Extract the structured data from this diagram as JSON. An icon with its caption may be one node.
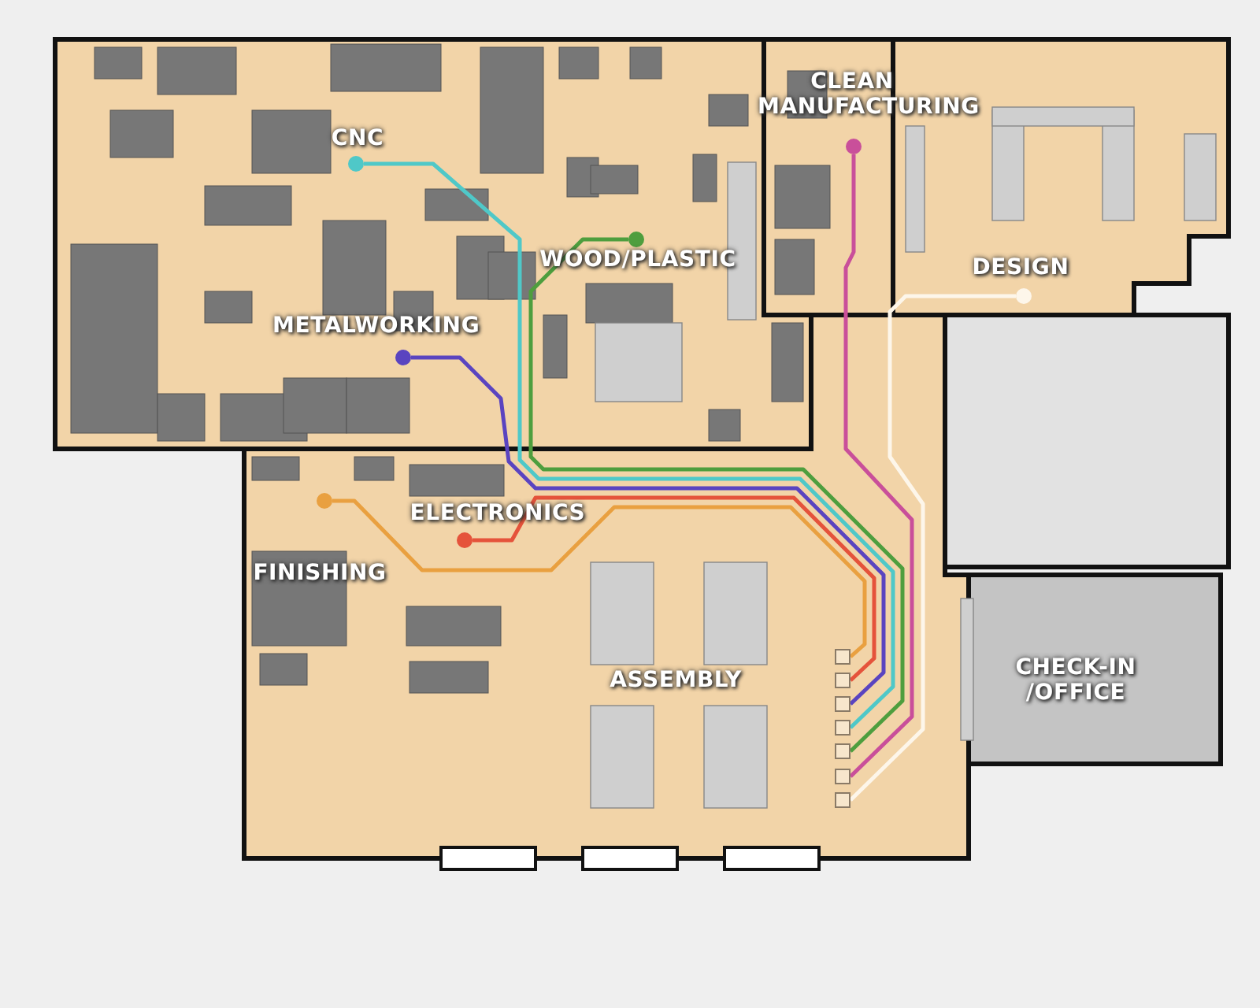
{
  "diagram": {
    "nodes": [
      {
        "text": [],
        "shape": "circle"
      },
      {
        "text": [],
        "shape": "circle"
      },
      {
        "text": [],
        "shape": "circle"
      },
      {
        "text": [],
        "shape": "circle"
      },
      {
        "text": [],
        "shape": "circle"
      },
      {
        "text": [],
        "shape": "circle"
      },
      {
        "text": [],
        "shape": "circle"
      },
      {
        "text": [],
        "shape": "box"
      },
      {
        "text": [],
        "shape": "box"
      },
      {
        "text": [],
        "shape": "box"
      },
      {
        "text": [],
        "shape": "box"
      },
      {
        "text": [],
        "shape": "box"
      },
      {
        "text": [],
        "shape": "box"
      },
      {
        "text": [],
        "shape": "box"
      }
    ],
    "edges": [
      {
        "from": 0,
        "to": 10,
        "arrow": "none",
        "color": "#4fc8c8"
      },
      {
        "from": 1,
        "to": 12,
        "arrow": "none",
        "color": "#c94f9a"
      },
      {
        "from": 2,
        "to": 11,
        "arrow": "none",
        "color": "#4e9e3e"
      },
      {
        "from": 3,
        "to": 13,
        "arrow": "none",
        "color": "#fdf6ea"
      },
      {
        "from": 4,
        "to": 9,
        "arrow": "none",
        "color": "#5a44c0"
      },
      {
        "from": 5,
        "to": 8,
        "arrow": "none",
        "color": "#e5533b"
      },
      {
        "from": 6,
        "to": 7,
        "arrow": "none",
        "color": "#e9a040"
      }
    ],
    "labels": [
      "CNC",
      "CLEAN MANUFACTURING",
      "WOOD/PLASTIC",
      "DESIGN",
      "METALWORKING",
      "ELECTRONICS",
      "FINISHING",
      "ASSEMBLY",
      "CHECK-IN /OFFICE"
    ]
  }
}
